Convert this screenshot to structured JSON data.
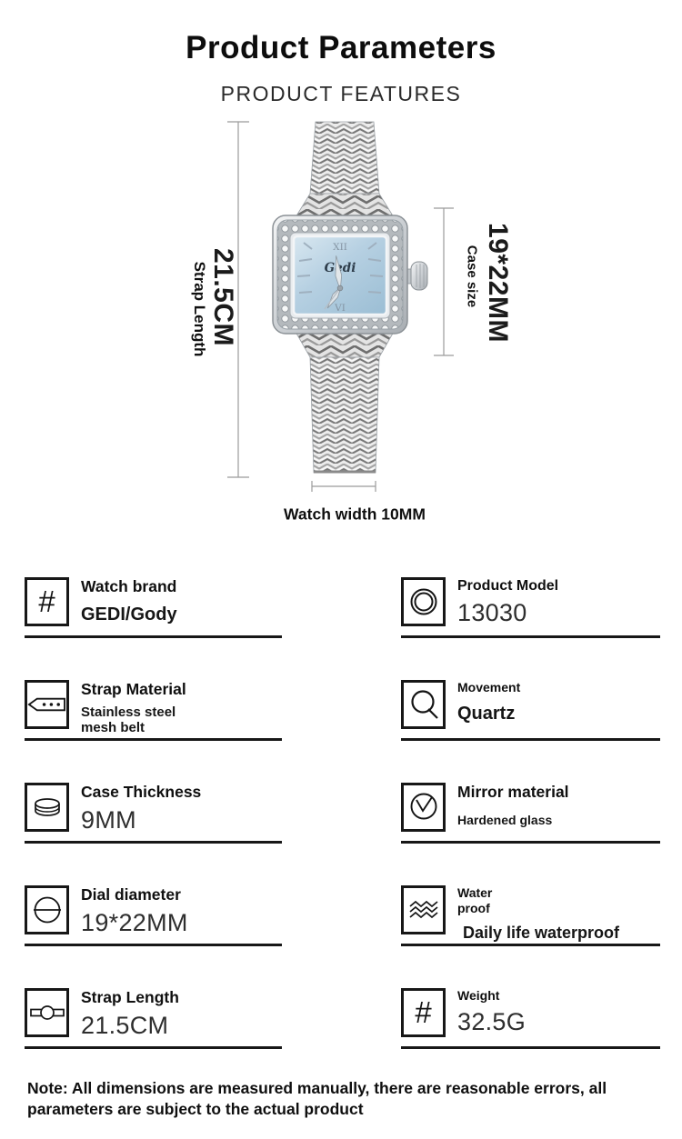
{
  "header": {
    "title": "Product Parameters",
    "subtitle": "PRODUCT FEATURES"
  },
  "figure": {
    "strap_length_value": "21.5CM",
    "strap_length_label": "Strap Length",
    "case_size_value": "19*22MM",
    "case_size_label": "Case size",
    "watch_width_label": "Watch width 10MM",
    "dial_brand": "Gedi",
    "dial_numeral_top": "XII",
    "dial_numeral_bottom": "VI"
  },
  "specs": {
    "items": [
      {
        "icon": "hash-icon",
        "title": "Watch brand",
        "value": "GEDI/Gody"
      },
      {
        "icon": "double-circle-icon",
        "title": "Product Model",
        "value": "13030"
      },
      {
        "icon": "belt-icon",
        "title": "Strap Material",
        "value": "Stainless steel mesh belt"
      },
      {
        "icon": "letter-q-icon",
        "title": "Movement",
        "value": "Quartz"
      },
      {
        "icon": "lens-icon",
        "title": "Case Thickness",
        "value": "9MM"
      },
      {
        "icon": "clock-icon",
        "title": "Mirror material",
        "value": "Hardened glass"
      },
      {
        "icon": "circle-line-icon",
        "title": "Dial diameter",
        "value": "19*22MM"
      },
      {
        "icon": "waves-icon",
        "title": "Water proof",
        "value": "Daily life waterproof"
      },
      {
        "icon": "band-buckle-icon",
        "title": "Strap Length",
        "value": "21.5CM"
      },
      {
        "icon": "hash-icon",
        "title": "Weight",
        "value": "32.5G"
      }
    ]
  },
  "icons": {
    "hash_glyph": "#"
  },
  "note": "Note: All dimensions are measured manually, there are reasonable errors, all parameters are subject to the actual product",
  "colors": {
    "ink": "#171717",
    "dial_blue": "#b6d0e2",
    "measure_line": "#9b9b9b"
  }
}
